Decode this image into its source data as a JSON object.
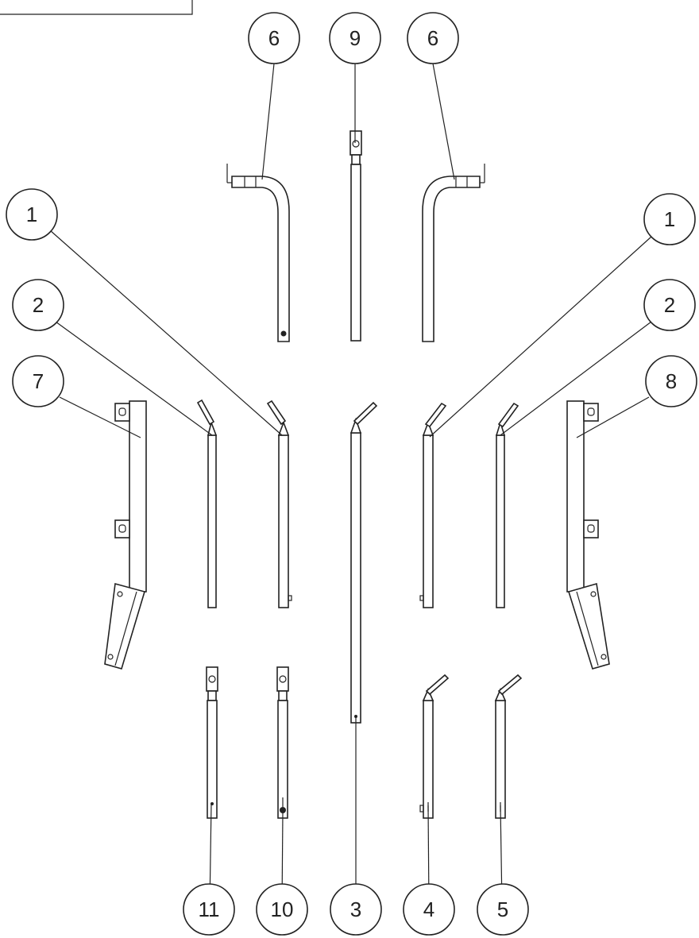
{
  "diagram": {
    "callouts": [
      {
        "id": "c6-left",
        "label": "6"
      },
      {
        "id": "c9",
        "label": "9"
      },
      {
        "id": "c6-right",
        "label": "6"
      },
      {
        "id": "c1-left",
        "label": "1"
      },
      {
        "id": "c1-right",
        "label": "1"
      },
      {
        "id": "c2-left",
        "label": "2"
      },
      {
        "id": "c2-right",
        "label": "2"
      },
      {
        "id": "c7",
        "label": "7"
      },
      {
        "id": "c8",
        "label": "8"
      },
      {
        "id": "c11",
        "label": "11"
      },
      {
        "id": "c10",
        "label": "10"
      },
      {
        "id": "c3",
        "label": "3"
      },
      {
        "id": "c4",
        "label": "4"
      },
      {
        "id": "c5",
        "label": "5"
      }
    ]
  }
}
